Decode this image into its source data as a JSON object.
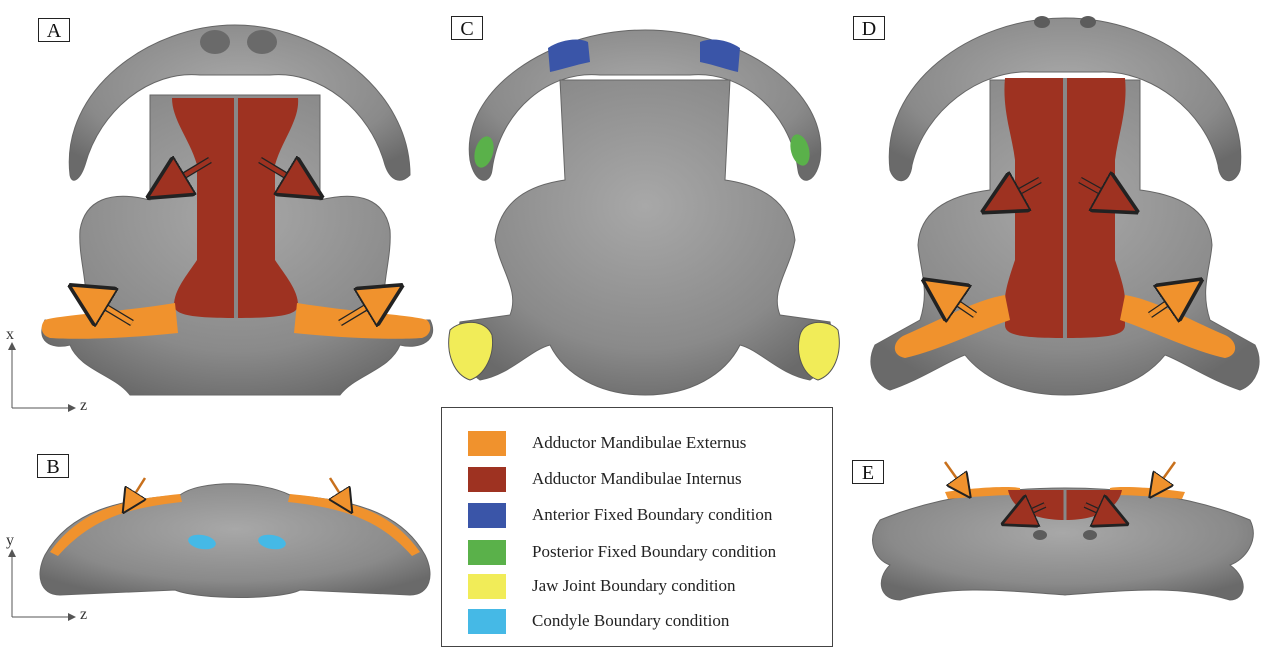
{
  "panels": {
    "a": "A",
    "b": "B",
    "c": "C",
    "d": "D",
    "e": "E"
  },
  "axes": {
    "top_vertical": "x",
    "top_horizontal": "z",
    "bottom_vertical": "y",
    "bottom_horizontal": "z"
  },
  "colors": {
    "bone": "#8e8e8e",
    "bone_dark": "#6c6c6c",
    "externus": "#f0922d",
    "internus": "#9e3221",
    "anterior_fixed": "#3a55a8",
    "posterior_fixed": "#5ab14a",
    "jaw_joint": "#f1ec58",
    "condyle": "#45b9e6"
  },
  "legend": {
    "items": [
      {
        "label": "Adductor Mandibulae Externus",
        "color": "#f0922d"
      },
      {
        "label": "Adductor Mandibulae Internus",
        "color": "#9e3221"
      },
      {
        "label": "Anterior Fixed Boundary condition",
        "color": "#3a55a8"
      },
      {
        "label": "Posterior Fixed Boundary condition",
        "color": "#5ab14a"
      },
      {
        "label": "Jaw Joint Boundary condition",
        "color": "#f1ec58"
      },
      {
        "label": "Condyle Boundary condition",
        "color": "#45b9e6"
      }
    ]
  }
}
